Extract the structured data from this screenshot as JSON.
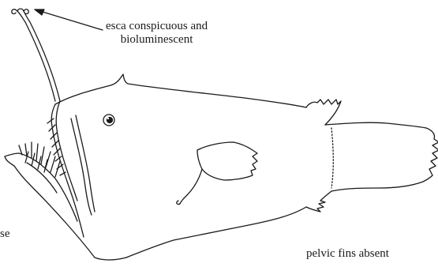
{
  "labels": {
    "esca_line1": "esca conspicuous and",
    "esca_line2": "bioluminescent",
    "pelvic": "pelvic fins absent",
    "left_fragment": "se"
  },
  "colors": {
    "ink": "#1a1a1a",
    "background": "#ffffff"
  }
}
